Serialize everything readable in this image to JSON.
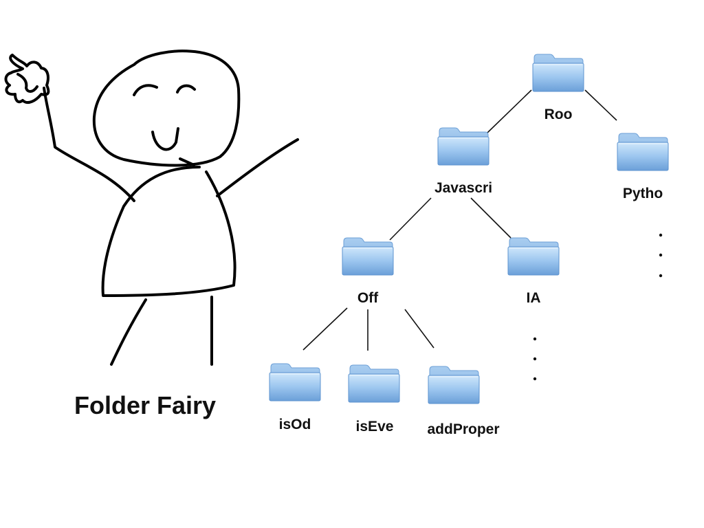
{
  "title": "Folder Fairy",
  "tree": {
    "root": {
      "label": "Roo"
    },
    "level1": [
      {
        "label": "Javascri"
      },
      {
        "label": "Pytho"
      }
    ],
    "level2": [
      {
        "label": "Off"
      },
      {
        "label": "IA"
      }
    ],
    "level3": [
      {
        "label": "isOd"
      },
      {
        "label": "isEve"
      },
      {
        "label": "addProper"
      }
    ]
  },
  "colors": {
    "folder_light": "#b9dbf7",
    "folder_dark": "#6b9fd8",
    "folder_edge": "#5a8fcd",
    "ink": "#000000"
  }
}
